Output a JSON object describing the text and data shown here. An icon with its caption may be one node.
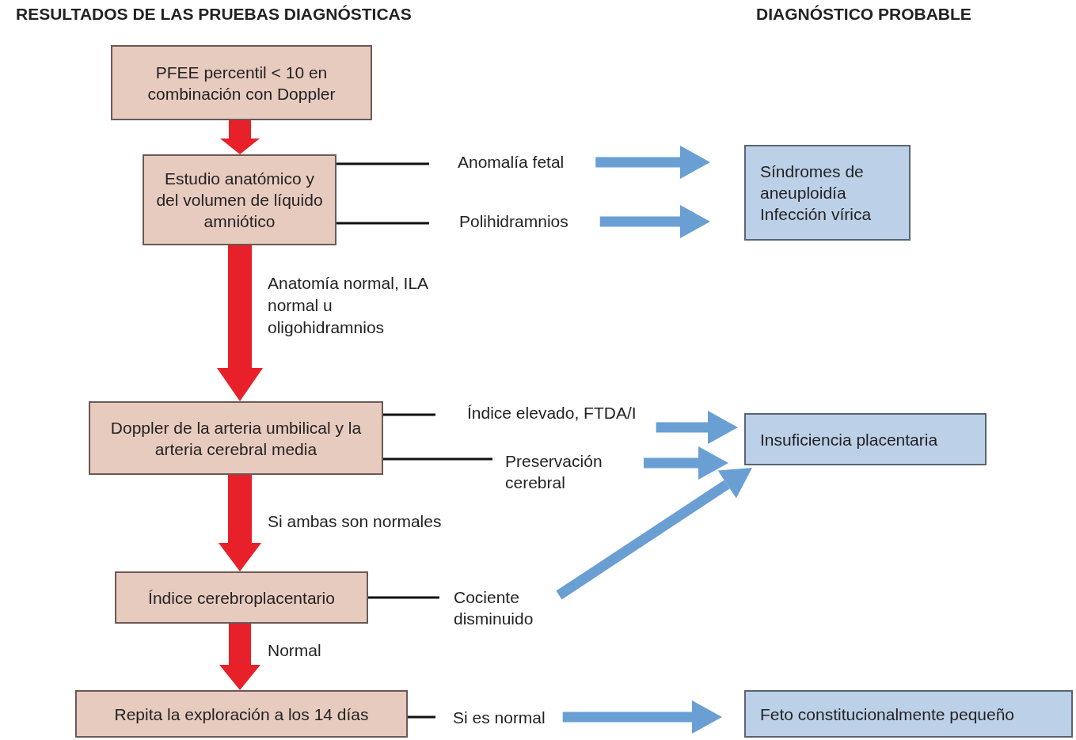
{
  "diagram": {
    "nodes": [
      {
        "text": [
          "PFEE  percentil < 10 en combinación con Doppler"
        ]
      },
      {
        "text": [
          "Estudio anatómico y del volumen de líquido amniótico"
        ]
      },
      {
        "text": [
          "Doppler de la arteria umbilical y la arteria cerebral media"
        ]
      },
      {
        "text": [
          "Índice cerebroplacentario"
        ]
      },
      {
        "text": [
          "Repita la exploración a los 14 días"
        ]
      },
      {
        "text": [
          "Anomalía fetal"
        ]
      },
      {
        "text": [
          "Polihidramnios"
        ]
      },
      {
        "text": [
          "Índice elevado, FTDA/I"
        ]
      },
      {
        "text": [
          "Preservación cerebral"
        ]
      },
      {
        "text": [
          "Cociente disminuido"
        ]
      },
      {
        "text": [
          "Si es normal"
        ]
      },
      {
        "text": [
          "Síndromes de aneuploidía",
          "Infección vírica"
        ]
      },
      {
        "text": [
          "Insuficiencia placentaria"
        ]
      },
      {
        "text": [
          "Feto constitucionalmente pequeño"
        ]
      }
    ],
    "edges": [
      {
        "from": 0,
        "to": 1,
        "arrow": "to",
        "style": "thick",
        "color": "#e8202a"
      },
      {
        "from": 1,
        "to": 2,
        "arrow": "to",
        "label": "Anatomía normal, ILA normal u oligohidramnios",
        "style": "thick",
        "color": "#e8202a"
      },
      {
        "from": 2,
        "to": 3,
        "arrow": "to",
        "label": "Si ambas son normales",
        "style": "thick",
        "color": "#e8202a"
      },
      {
        "from": 3,
        "to": 4,
        "arrow": "to",
        "label": "Normal",
        "style": "thick",
        "color": "#e8202a"
      },
      {
        "from": 1,
        "to": 5,
        "arrow": "none"
      },
      {
        "from": 1,
        "to": 6,
        "arrow": "none"
      },
      {
        "from": 2,
        "to": 7,
        "arrow": "none"
      },
      {
        "from": 2,
        "to": 8,
        "arrow": "none"
      },
      {
        "from": 3,
        "to": 9,
        "arrow": "none"
      },
      {
        "from": 4,
        "to": 10,
        "arrow": "none"
      },
      {
        "from": 5,
        "to": 11,
        "arrow": "to",
        "color": "#6a9fd4"
      },
      {
        "from": 6,
        "to": 11,
        "arrow": "to",
        "color": "#6a9fd4"
      },
      {
        "from": 7,
        "to": 12,
        "arrow": "to",
        "color": "#6a9fd4"
      },
      {
        "from": 8,
        "to": 12,
        "arrow": "to",
        "color": "#6a9fd4"
      },
      {
        "from": 9,
        "to": 12,
        "arrow": "to",
        "color": "#6a9fd4"
      },
      {
        "from": 10,
        "to": 13,
        "arrow": "to",
        "color": "#6a9fd4"
      }
    ],
    "labels": [
      "RESULTADOS DE LAS PRUEBAS DIAGNÓSTICAS",
      "DIAGNÓSTICO PROBABLE"
    ]
  }
}
